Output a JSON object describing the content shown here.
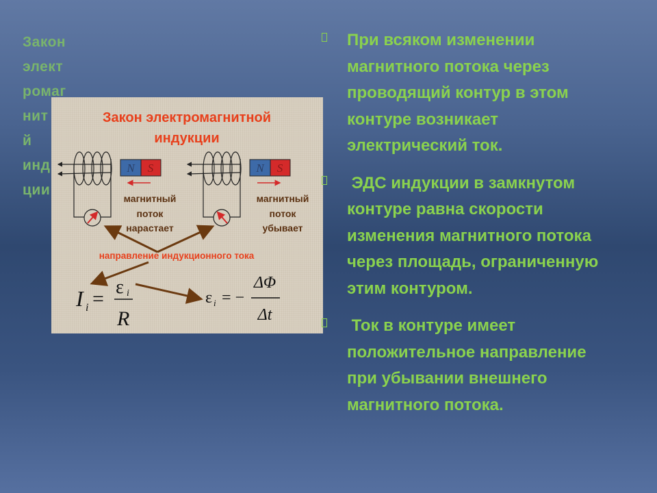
{
  "title_lines": [
    "Закон",
    "элект",
    "ромаг",
    "нит",
    "й",
    "инд",
    "ции"
  ],
  "figure": {
    "title_line1": "Закон электромагнитной",
    "title_line2": "индукции",
    "magnet_n": "N",
    "magnet_s": "S",
    "left_label": [
      "магнитный",
      "поток",
      "нарастает"
    ],
    "right_label": [
      "магнитный",
      "поток",
      "убывает"
    ],
    "current_direction": "направление индукционного тока",
    "formula1": {
      "lhs": "I",
      "lhs_sub": "i",
      "num": "ε",
      "num_sub": "i",
      "den": "R"
    },
    "formula2": {
      "lhs": "ε",
      "lhs_sub": "i",
      "eq": "= −",
      "num": "ΔΦ",
      "den": "Δt"
    },
    "colors": {
      "title": "#e8401c",
      "label": "#5a3010",
      "arrow": "#6b3a10",
      "north": "#3d6aa8",
      "south": "#d42a2a"
    }
  },
  "bullets": [
    {
      "lines": [
        "При всяком изменении",
        "магнитного потока через",
        "проводящий контур в этом",
        "контуре возникает",
        "электрический ток."
      ]
    },
    {
      "lines": [
        " ЭДС индукции в замкнутом",
        "контуре равна скорости",
        "изменения магнитного потока",
        "через площадь, ограниченную",
        "этим контуром."
      ]
    },
    {
      "lines": [
        " Ток в контуре имеет",
        "положительное направление",
        "при убывании внешнего",
        "магнитного потока."
      ]
    }
  ]
}
